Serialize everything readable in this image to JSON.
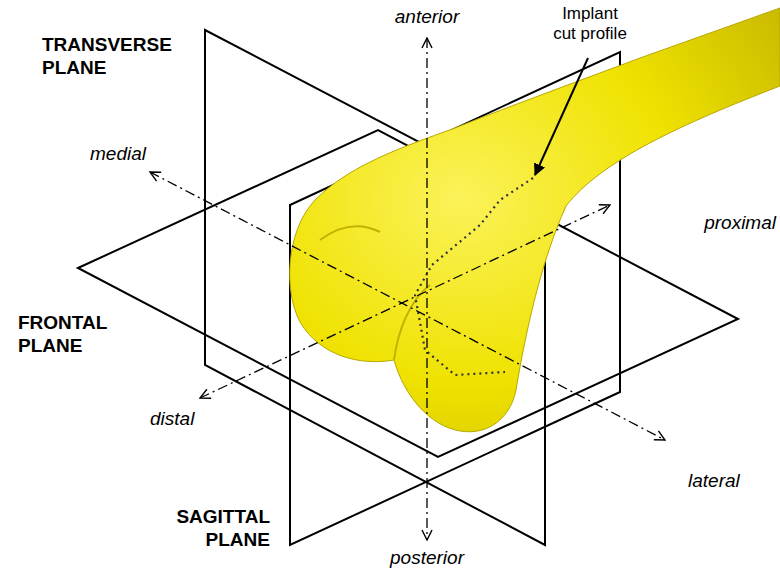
{
  "diagram": {
    "labels": [
      "anterior",
      "Implant cut profile",
      "TRANSVERSE PLANE",
      "medial",
      "proximal",
      "FRONTAL PLANE",
      "distal",
      "lateral",
      "SAGITTAL PLANE",
      "posterior"
    ]
  }
}
